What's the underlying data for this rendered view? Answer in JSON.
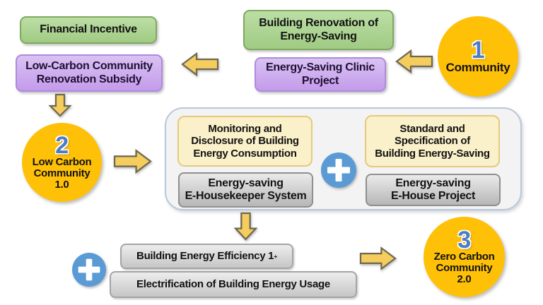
{
  "diagram": {
    "stage1": {
      "number": "1",
      "label": "Community",
      "financial_incentive": "Financial Incentive",
      "building_renovation": "Building Renovation of\nEnergy-Saving",
      "renovation_subsidy": "Low-Carbon Community\nRenovation Subsidy",
      "clinic_project": "Energy-Saving Clinic\nProject"
    },
    "stage2": {
      "number": "2",
      "label": "Low Carbon\nCommunity\n1.0",
      "monitoring": "Monitoring and\nDisclosure of Building\nEnergy Consumption",
      "housekeeper": "Energy-saving\nE-Housekeeper System",
      "standard": "Standard and\nSpecification of\nBuilding Energy-Saving",
      "ehouse": "Energy-saving\nE-House Project"
    },
    "stage3": {
      "number": "3",
      "label": "Zero Carbon\nCommunity\n2.0",
      "efficiency_text": "Building Energy Efficiency 1",
      "efficiency_sup": "+",
      "electrification": "Electrification of Building Energy Usage"
    },
    "icons": {
      "plus": "+",
      "arrow": "block-arrow"
    },
    "colors": {
      "stage_circle": "#FFC008",
      "stage_number": "#4C7CC7",
      "plus_badge": "#5B9BD5",
      "arrow_fill": "#F5CD5E",
      "arrow_stroke": "#6E6850",
      "green_box": "#A9D18E",
      "purple_box": "#C9A4EA",
      "cream_box": "#FAF0C9",
      "gray_box": "#CFCFCF",
      "panel_border": "#B7C8DD"
    }
  }
}
